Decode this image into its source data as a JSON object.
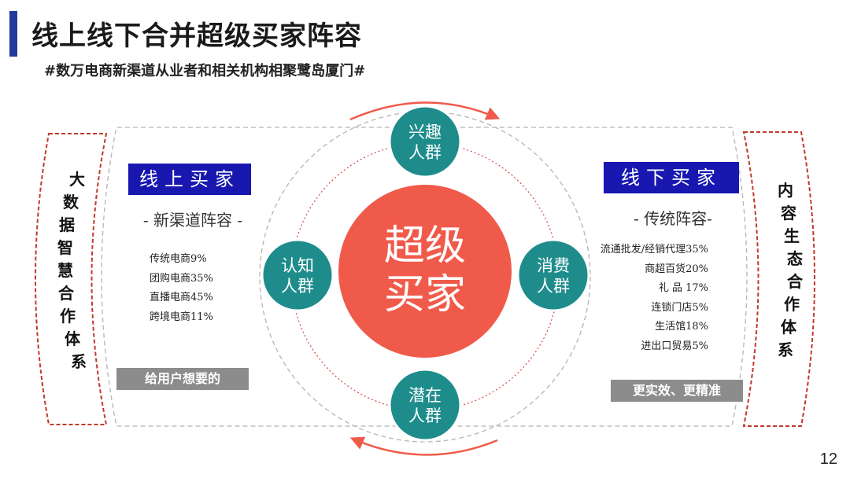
{
  "header": {
    "title": "线上线下合并超级买家阵容",
    "subtitle": "#数万电商新渠道从业者和相关机构相聚鹭岛厦门#"
  },
  "center": {
    "line1": "超级",
    "line2": "买家"
  },
  "bubbles": {
    "top": {
      "line1": "兴趣",
      "line2": "人群"
    },
    "left": {
      "line1": "认知",
      "line2": "人群"
    },
    "right": {
      "line1": "消费",
      "line2": "人群"
    },
    "bottom": {
      "line1": "潜在",
      "line2": "人群"
    }
  },
  "left_panel": {
    "tag": "线上买家",
    "sub": "- 新渠道阵容 -",
    "items": [
      "传统电商9%",
      "团购电商35%",
      "直播电商45%",
      "跨境电商11%"
    ],
    "button": "给用户想要的"
  },
  "right_panel": {
    "tag": "线下买家",
    "sub": "- 传统阵容-",
    "items": [
      "流通批发/经销代理35%",
      "商超百货20%",
      "礼 品 17%",
      "连锁门店5%",
      "生活馆18%",
      "进出口贸易5%"
    ],
    "button": "更实效、更精准"
  },
  "left_vertical": [
    "大",
    "数",
    "据",
    "智",
    "慧",
    "合",
    "作",
    "体",
    "系"
  ],
  "right_vertical": [
    "内",
    "容",
    "生",
    "态",
    "合",
    "作",
    "体",
    "系"
  ],
  "page_number": "12",
  "colors": {
    "accent_blue": "#1818b0",
    "teal": "#1f8c8c",
    "coral": "#f05a4a",
    "gray": "#8c8c8c",
    "red_dash": "#c0392b"
  }
}
